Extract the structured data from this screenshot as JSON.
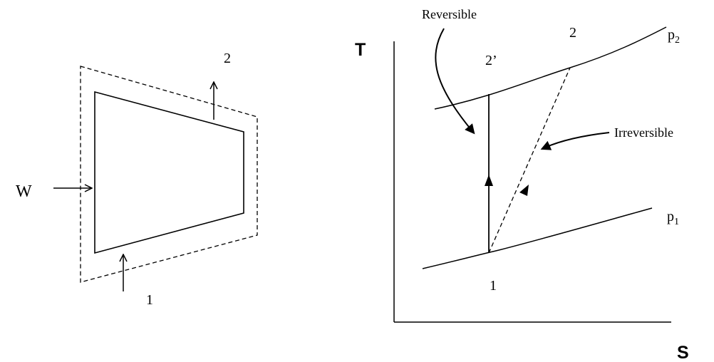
{
  "compressor": {
    "work_label": "W",
    "inlet_label": "1",
    "outlet_label": "2"
  },
  "ts_diagram": {
    "axis_t": "T",
    "axis_s": "S",
    "isobar_high": {
      "base": "p",
      "sub": "2"
    },
    "isobar_low": {
      "base": "p",
      "sub": "1"
    },
    "state_1": "1",
    "state_2": "2",
    "state_2s": "2’",
    "reversible_label": "Reversible",
    "irreversible_label": "Irreversible"
  }
}
